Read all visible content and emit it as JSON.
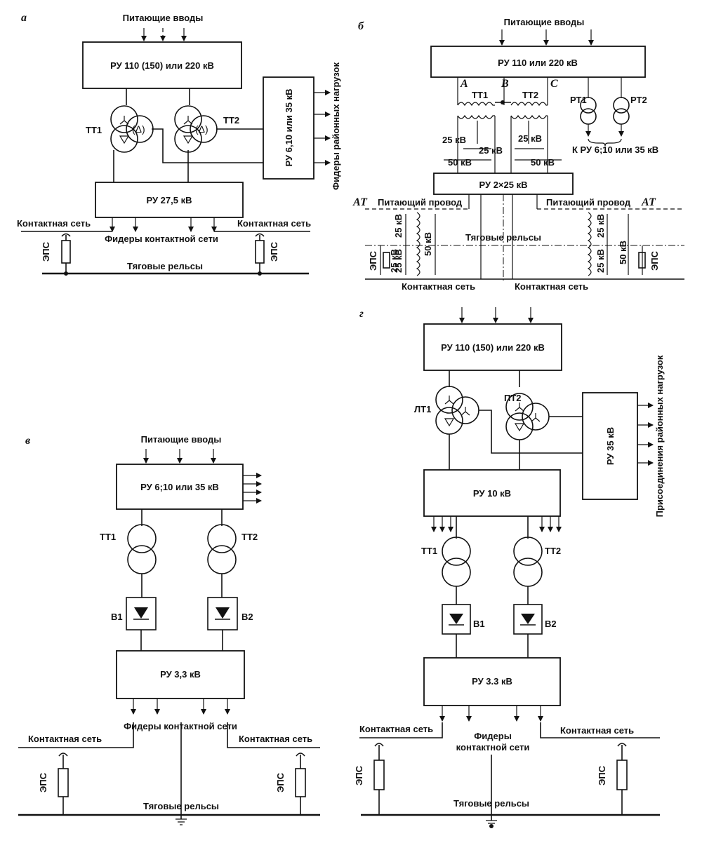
{
  "panels": {
    "a": {
      "letter": "а",
      "feed_inputs": "Питающие вводы",
      "ru_high": "РУ 110 (150) или 220 кВ",
      "tt1": "ТТ1",
      "tt2": "ТТ2",
      "ru_district": "РУ 6,10 или 35 кВ",
      "district_feeders": "Фидеры районных нагрузок",
      "ru_traction": "РУ 27,5 кВ",
      "contact_left": "Контактная сеть",
      "contact_right": "Контактная сеть",
      "feeders": "Фидеры контактной сети",
      "eps_left": "ЭПС",
      "eps_right": "ЭПС",
      "rails": "Тяговые рельсы",
      "winding_delta_1": "(Δ)",
      "winding_delta_2": "(Δ)"
    },
    "b": {
      "letter": "б",
      "feed_inputs": "Питающие вводы",
      "ru_high": "РУ 110 или 220 кВ",
      "phase_a": "A",
      "phase_b": "B",
      "phase_c": "C",
      "tt1": "ТТ1",
      "tt2": "ТТ2",
      "rt1": "РТ1",
      "rt2": "РТ2",
      "kv25_left": "25 кВ",
      "kv25_mid_left": "25 кВ",
      "kv25_mid_right": "25 кВ",
      "kv50_left": "50 кВ",
      "kv50_right": "50 кВ",
      "to_ru": "К РУ 6;10 или 35 кВ",
      "ru_2x25": "РУ 2×25 кВ",
      "at_left": "АТ",
      "at_right": "АТ",
      "feeding_wire_left": "Питающий провод",
      "feeding_wire_right": "Питающий провод",
      "left_25_top": "25 кВ",
      "left_25_bottom": "25 кВ",
      "left_50": "50 кВ",
      "left_eps_25": "25 кВ",
      "right_25_top": "25 кВ",
      "right_25_bottom": "25 кВ",
      "right_50": "50 кВ",
      "eps_left": "ЭПС",
      "eps_right": "ЭПС",
      "rails": "Тяговые рельсы",
      "contact_left": "Контактная сеть",
      "contact_right": "Контактная сеть"
    },
    "v": {
      "letter": "в",
      "feed_inputs": "Питающие вводы",
      "ru_input": "РУ 6;10 или 35 кВ",
      "tt1": "ТТ1",
      "tt2": "ТТ2",
      "b1": "В1",
      "b2": "В2",
      "ru_dc": "РУ 3,3 кВ",
      "feeders": "Фидеры контактной сети",
      "contact_left": "Контактная сеть",
      "contact_right": "Контактная сеть",
      "eps_left": "ЭПС",
      "eps_right": "ЭПС",
      "rails": "Тяговые рельсы"
    },
    "g": {
      "letter": "г",
      "ru_high": "РУ 110 (150) или 220 кВ",
      "pt1": "ЛТ1",
      "pt2": "ПТ2",
      "ru35": "РУ 35 кВ",
      "district_connections": "Присоединения районных нагрузок",
      "ru10": "РУ 10 кВ",
      "tt1": "ТТ1",
      "tt2": "ТТ2",
      "b1": "В1",
      "b2": "В2",
      "ru_dc": "РУ 3.3 кВ",
      "feeders_line1": "Фидеры",
      "feeders_line2": "контактной сети",
      "contact_left": "Контактная сеть",
      "contact_right": "Контактная сеть",
      "eps_left": "ЭПС",
      "eps_right": "ЭПС",
      "rails": "Тяговые рельсы"
    }
  }
}
